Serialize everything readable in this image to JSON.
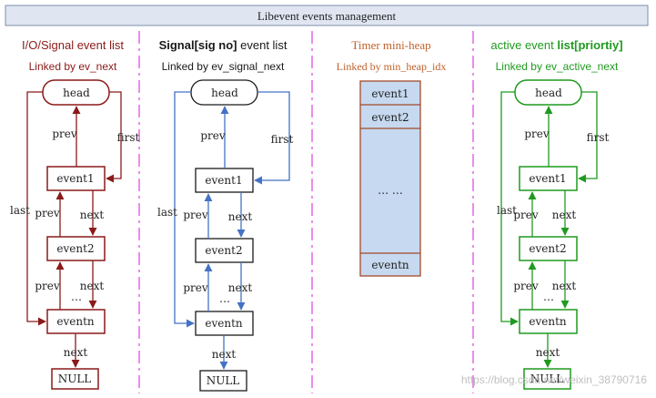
{
  "title": "Libevent events management",
  "colors": {
    "io": "#8b1a1a",
    "sig": "#1a1a1a",
    "sigArrow": "#4472c4",
    "timer": "#c0602a",
    "active": "#1f9a1f",
    "divider": "#e040e0",
    "heap_fill": "#c6d9f0",
    "heap_border": "#a34a2a",
    "banner_fill": "#dfe6f2"
  },
  "columns": {
    "io": {
      "title_pre": "I/O/Signal event list",
      "title_bold": "",
      "title_post": "",
      "subtitle": "Linked by ev_next",
      "head": "head",
      "event1": "event1",
      "event2": "event2",
      "eventn": "eventn",
      "null": "NULL",
      "prev1": "prev",
      "first": "first",
      "last": "last",
      "prev2": "prev",
      "next2": "next",
      "prev3": "prev",
      "next3": "next",
      "next4": "next",
      "dots": "…"
    },
    "sig": {
      "title_pre": "",
      "title_bold": "Signal[sig no]",
      "title_post": " event list",
      "subtitle": "Linked by ev_signal_next",
      "head": "head",
      "event1": "event1",
      "event2": "event2",
      "eventn": "eventn",
      "null": "NULL",
      "prev1": "prev",
      "first": "first",
      "last": "last",
      "prev2": "prev",
      "next2": "next",
      "prev3": "prev",
      "next3": "next",
      "next4": "next",
      "dots": "…"
    },
    "timer": {
      "title": "Timer mini-heap",
      "subtitle": "Linked by min_heap_idx",
      "cells": [
        "event1",
        "event2",
        "… …",
        "eventn"
      ]
    },
    "active": {
      "title_pre": "active event ",
      "title_bold": "list[priortiy]",
      "title_post": "",
      "subtitle": "Linked by ev_active_next",
      "head": "head",
      "event1": "event1",
      "event2": "event2",
      "eventn": "eventn",
      "null": "NULL",
      "prev1": "prev",
      "first": "first",
      "last": "last",
      "prev2": "prev",
      "next2": "next",
      "prev3": "prev",
      "next3": "next",
      "next4": "next",
      "dots": "…"
    }
  },
  "watermark": "https://blog.csdn.net/weixin_38790716"
}
